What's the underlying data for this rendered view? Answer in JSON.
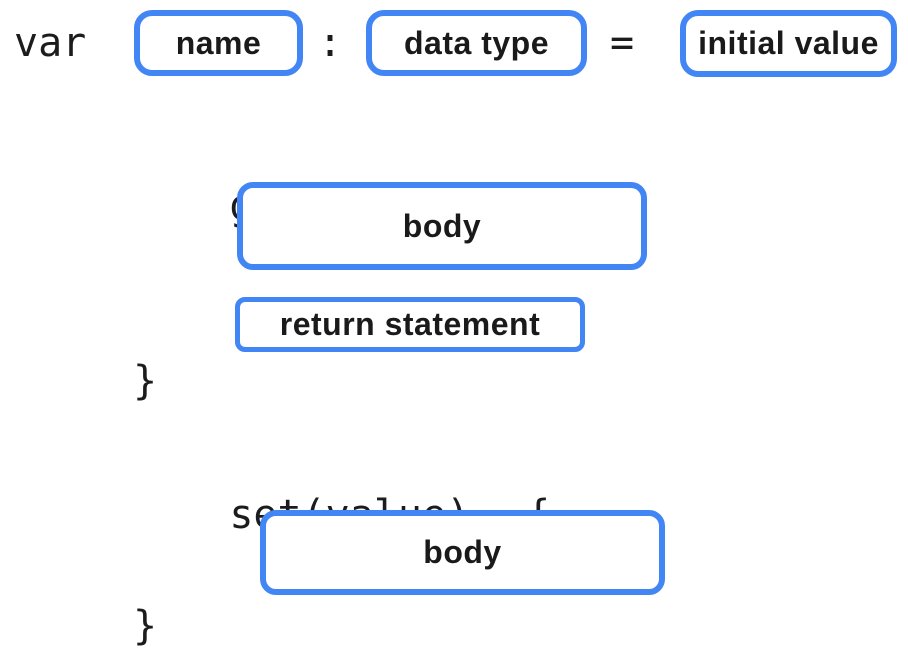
{
  "accent_color": "#4285f4",
  "declaration": {
    "keyword": "var",
    "name_slot": "name",
    "colon": ":",
    "type_slot": "data type",
    "equals": "=",
    "initial_slot": "initial value"
  },
  "getter": {
    "signature": "get()",
    "open_brace": "{",
    "body_slot": "body",
    "return_slot": "return statement",
    "close_brace": "}"
  },
  "setter": {
    "signature": "set(value)",
    "open_brace": "{",
    "body_slot": "body",
    "close_brace": "}"
  }
}
